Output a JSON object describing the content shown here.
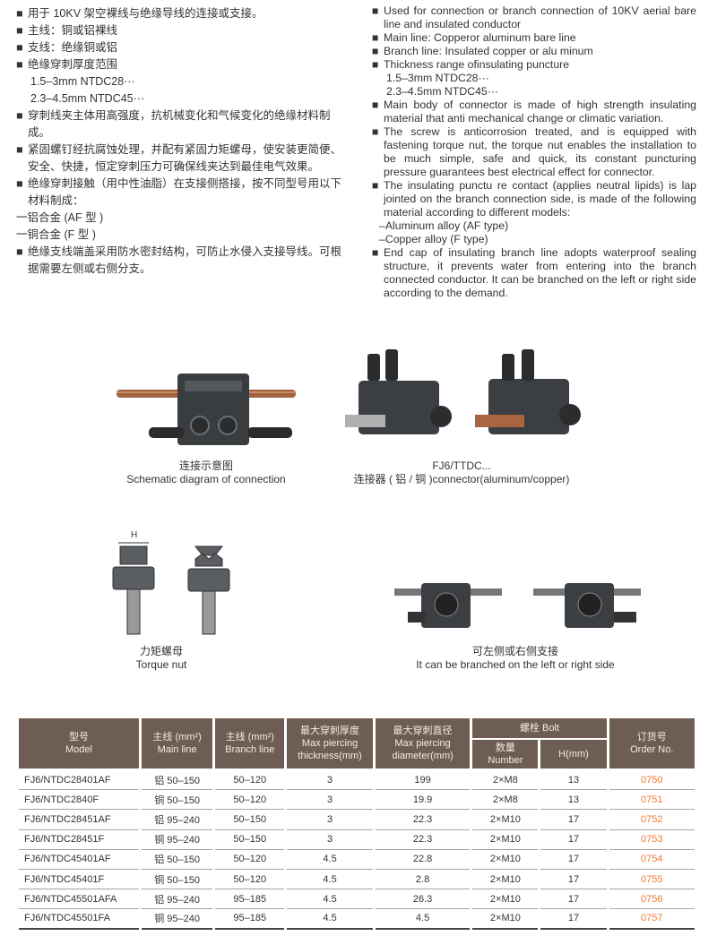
{
  "features_zh": [
    {
      "text": "用于 10KV 架空裸线与绝缘导线的连接或支接。"
    },
    {
      "text": "主线：铜或铝裸线"
    },
    {
      "text": "支线：绝缘铜或铝"
    },
    {
      "text": "绝缘穿刺厚度范围",
      "sub": [
        "1.5–3mm    NTDC28···",
        "2.3–4.5mm  NTDC45···"
      ]
    },
    {
      "text": "穿刺线夹主体用高强度，抗机械变化和气候变化的绝缘材料制成。"
    },
    {
      "text": "紧固螺钉经抗腐蚀处理，并配有紧固力矩螺母，使安装更简便、安全、快捷，恒定穿刺压力可确保线夹达到最佳电气效果。"
    },
    {
      "text": "绝缘穿刺接触（用中性油脂）在支接侧搭接，按不同型号用以下材料制成：",
      "sub2": [
        "一铝合金 (AF 型 )",
        "一铜合金 (F 型 )"
      ]
    },
    {
      "text": "绝缘支线端盖采用防水密封结构，可防止水侵入支接导线。可根据需要左侧或右侧分支。"
    }
  ],
  "features_en": [
    {
      "text": "Used for connection or branch connection of 10KV aerial bare line and insulated conductor"
    },
    {
      "text": "Main line: Copperor aluminum bare line"
    },
    {
      "text": "Branch line: Insulated copper or alu minum"
    },
    {
      "text": "Thickness range ofinsulating puncture",
      "sub": [
        "1.5–3mm    NTDC28···",
        "2.3–4.5mm  NTDC45···"
      ]
    },
    {
      "text": "Main body of connector is made of high strength insulating material that anti mechanical change or climatic variation."
    },
    {
      "text": "The screw is anticorrosion treated, and is equipped with fastening torque nut, the torque nut enables the installation to be much simple, safe and quick, its constant puncturing pressure guarantees best electrical effect for connector."
    },
    {
      "text": "The insulating punctu re contact (applies neutral lipids) is lap jointed on the branch connection side, is made of the following material according to different models:",
      "sub2": [
        "–Aluminum alloy (AF type)",
        "–Copper alloy (F type)"
      ]
    },
    {
      "text": "End cap of insulating branch line adopts waterproof sealing structure, it prevents water from entering into the branch connected conductor. It can be branched on the left or right side according to the demand."
    }
  ],
  "figures": {
    "schematic": {
      "zh": "连接示意图",
      "en": "Schematic diagram of connection"
    },
    "connector": {
      "zh": "FJ6/TTDC...",
      "en": "连接器 ( 铝 / 铜 )connector(aluminum/copper)"
    },
    "torque": {
      "zh": "力矩螺母",
      "en": "Torque nut",
      "dim_label": "H"
    },
    "branch": {
      "zh": "可左侧或右侧支接",
      "en": "It can be branched on the left or right side"
    }
  },
  "table": {
    "headers": {
      "model_zh": "型号",
      "model_en": "Model",
      "main_zh": "主线 (mm²)",
      "main_en": "Main line",
      "branch_zh": "主线 (mm²)",
      "branch_en": "Branch line",
      "thick_zh": "最大穿刺厚度",
      "thick_en": "Max piercing thickness(mm)",
      "diam_zh": "最大穿刺直径",
      "diam_en": "Max piercing diameter(mm)",
      "bolt": "螺栓 Bolt",
      "number_zh": "数量",
      "number_en": "Number",
      "h": "H(mm)",
      "order_zh": "订货号",
      "order_en": "Order No."
    },
    "rows": [
      [
        "FJ6/NTDC28401AF",
        "铝 50–150",
        "50–120",
        "3",
        "199",
        "2×M8",
        "13",
        "0750"
      ],
      [
        "FJ6/NTDC2840F",
        "铜 50–150",
        "50–120",
        "3",
        "19.9",
        "2×M8",
        "13",
        "0751"
      ],
      [
        "FJ6/NTDC28451AF",
        "铝 95–240",
        "50–150",
        "3",
        "22.3",
        "2×M10",
        "17",
        "0752"
      ],
      [
        "FJ6/NTDC28451F",
        "铜 95–240",
        "50–150",
        "3",
        "22.3",
        "2×M10",
        "17",
        "0753"
      ],
      [
        "FJ6/NTDC45401AF",
        "铝 50–150",
        "50–120",
        "4.5",
        "22.8",
        "2×M10",
        "17",
        "0754"
      ],
      [
        "FJ6/NTDC45401F",
        "铜 50–150",
        "50–120",
        "4.5",
        "2.8",
        "2×M10",
        "17",
        "0755"
      ],
      [
        "FJ6/NTDC45501AFA",
        "铝 95–240",
        "95–185",
        "4.5",
        "26.3",
        "2×M10",
        "17",
        "0756"
      ],
      [
        "FJ6/NTDC45501FA",
        "铜 95–240",
        "95–185",
        "4.5",
        "4.5",
        "2×M10",
        "17",
        "0757"
      ]
    ]
  },
  "colors": {
    "header_bg": "#6e5d52",
    "order_no": "#f07a35"
  }
}
